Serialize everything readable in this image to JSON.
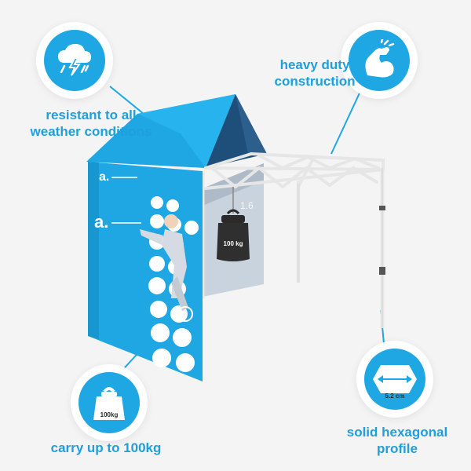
{
  "colors": {
    "accent": "#1fa7e3",
    "accent_dark": "#0b6fb0",
    "text": "#1f9fdb",
    "frame": "#e6e6e6",
    "weight": "#2a2a2a",
    "background": "#f4f4f4"
  },
  "features": {
    "weather": {
      "label": "resistant to all\nweather conditions",
      "icon": "storm-cloud-icon"
    },
    "construction": {
      "label": "heavy duty\nconstruction",
      "icon": "flexed-arm-icon"
    },
    "load": {
      "label": "carry up to 100kg",
      "icon": "weight-icon",
      "icon_text": "100kg"
    },
    "profile": {
      "label": "solid hexagonal\nprofile",
      "icon": "hexagon-profile-icon",
      "icon_text": "5.2 cm"
    }
  },
  "product": {
    "hanging_weight_label": "100 kg",
    "wall_logo": "a.",
    "side_label": "1.6"
  }
}
